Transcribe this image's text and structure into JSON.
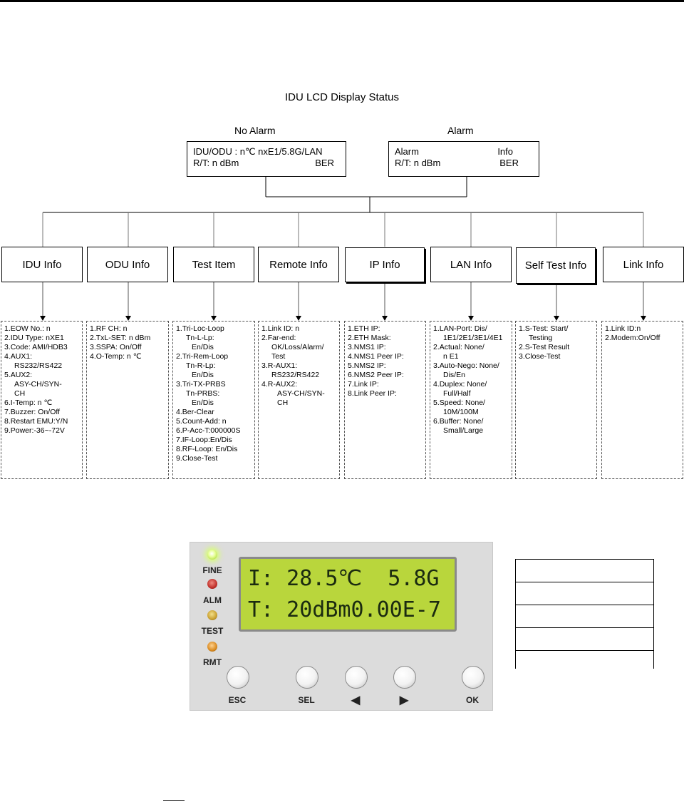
{
  "title": "IDU LCD Display Status",
  "no_alarm": {
    "label": "No Alarm",
    "line1_left": "IDU/ODU : n℃ nxE1/5.8G/LAN",
    "line2_left": "R/T: n dBm",
    "line2_right": "BER"
  },
  "alarm": {
    "label": "Alarm",
    "line1_left": "Alarm",
    "line1_right": "Info",
    "line2_left": "R/T: n dBm",
    "line2_right": "BER"
  },
  "categories": [
    {
      "name": "IDU Info",
      "items": [
        "1.EOW No.: n",
        "2.IDU Type: nXE1",
        "3.Code: AMI/HDB3",
        "4.AUX1:",
        "RS232/RS422",
        "5.AUX2:",
        "ASY-CH/SYN-",
        "CH",
        "6.I-Temp: n ℃",
        "7.Buzzer: On/Off",
        "8.Restart EMU:Y/N",
        "9.Power:-36~-72V"
      ]
    },
    {
      "name": "ODU Info",
      "items": [
        "1.RF CH: n",
        "2.TxL-SET: n dBm",
        "3.SSPA: On/Off",
        "4.O-Temp: n ℃"
      ]
    },
    {
      "name": "Test Item",
      "items": [
        "1.Tri-Loc-Loop",
        "Tn-L-Lp:",
        "En/Dis",
        "2.Tri-Rem-Loop",
        "Tn-R-Lp:",
        "En/Dis",
        "3.Tri-TX-PRBS",
        "Tn-PRBS:",
        "En/Dis",
        "4.Ber-Clear",
        "5.Count-Add: n",
        "6.P-Acc-T:000000S",
        "7.IF-Loop:En/Dis",
        "8.RF-Loop: En/Dis",
        "9.Close-Test"
      ]
    },
    {
      "name": "Remote Info",
      "items": [
        "1.Link ID: n",
        "2.Far-end:",
        "OK/Loss/Alarm/",
        "Test",
        "3.R-AUX1:",
        "RS232/RS422",
        "4.R-AUX2:",
        "ASY-CH/SYN-",
        "CH"
      ]
    },
    {
      "name": "IP Info",
      "items": [
        "1.ETH IP:",
        "2.ETH Mask:",
        "3.NMS1 IP:",
        "4.NMS1 Peer IP:",
        "5.NMS2 IP:",
        "6.NMS2 Peer IP:",
        "7.Link IP:",
        "8.Link Peer IP:"
      ]
    },
    {
      "name": "LAN Info",
      "items": [
        "1.LAN-Port: Dis/",
        "1E1/2E1/3E1/4E1",
        "2.Actual: None/",
        "n E1",
        "3.Auto-Nego: None/",
        "Dis/En",
        "4.Duplex: None/",
        "Full/Half",
        "5.Speed: None/",
        "10M/100M",
        "6.Buffer: None/",
        "Small/Large"
      ]
    },
    {
      "name": "Self Test Info",
      "items": [
        "1.S-Test: Start/",
        "Testing",
        "2.S-Test Result",
        "3.Close-Test"
      ]
    },
    {
      "name": "Link Info",
      "items": [
        "1.Link ID:n",
        "2.Modem:On/Off"
      ]
    }
  ],
  "panel": {
    "leds": [
      "FINE",
      "ALM",
      "TEST",
      "RMT"
    ],
    "lcd_line1": "I: 28.5℃  5.8G",
    "lcd_line2": "T: 20dBm0.00E-7",
    "buttons": [
      "ESC",
      "SEL",
      "◀",
      "▶",
      "OK"
    ]
  },
  "colors": {
    "led_fine": "#c8f060",
    "led_alm": "#c0302a",
    "led_test": "#c9a030",
    "led_rmt": "#d98a20",
    "lcd_bg": "#b9d63c"
  }
}
